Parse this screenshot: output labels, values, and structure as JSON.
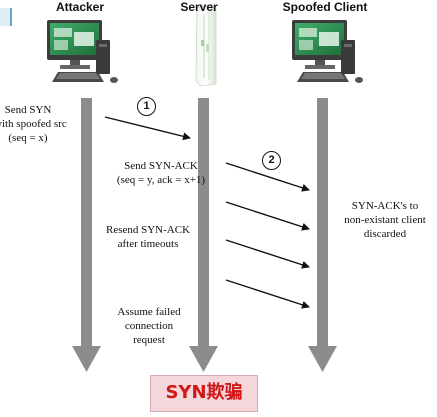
{
  "headers": {
    "attacker": "Attacker",
    "server": "Server",
    "client": "Spoofed Client"
  },
  "steps": {
    "one": "1",
    "two": "2"
  },
  "labels": {
    "attacker_line1": "Send SYN",
    "attacker_line2": "with spoofed src",
    "attacker_line3": "(seq = x)",
    "synack_line1": "Send SYN-ACK",
    "synack_line2": "(seq = y, ack = x+1)",
    "resend_line1": "Resend SYN-ACK",
    "resend_line2": "after timeouts",
    "assume_line1": "Assume failed",
    "assume_line2": "connection",
    "assume_line3": "request",
    "client_line1": "SYN-ACK's to",
    "client_line2": "non-existant client",
    "client_line3": "discarded"
  },
  "title": "SYN欺骗",
  "colors": {
    "timeline_arrow": "#8c8c8c",
    "message_arrow": "#111111",
    "monitor_screen": "#2b8a4f",
    "title_text": "#d01818",
    "title_bg": "#f4d6db"
  },
  "icons": {
    "attacker": "desktop-computer-icon",
    "server": "server-tower-icon",
    "client": "desktop-computer-icon"
  }
}
